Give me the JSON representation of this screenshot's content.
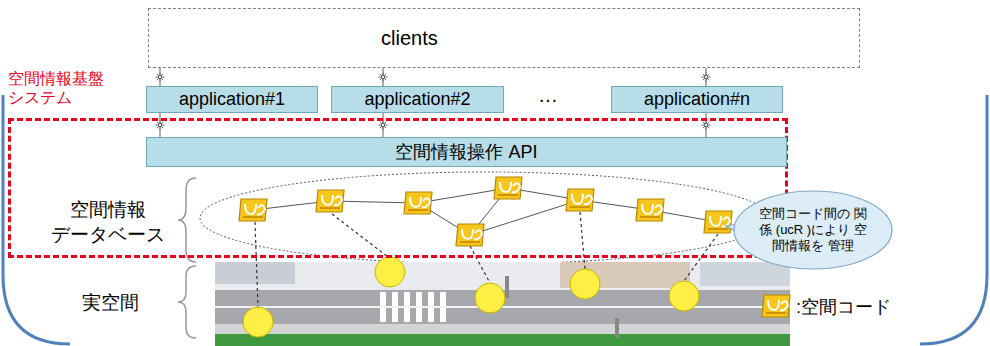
{
  "diagram": {
    "nodes": [
      {
        "text": [
          "clients"
        ]
      },
      {
        "text": [
          "application#1"
        ]
      },
      {
        "text": [
          "application#2"
        ]
      },
      {
        "text": [
          "application#n"
        ]
      },
      {
        "text": [
          "空間情報基盤 システム"
        ]
      },
      {
        "text": [
          "空間情報操作 API"
        ],
        "in": 4
      },
      {
        "text": [
          "空間コード間の 関係 (ucR )により 空間情報を 管理"
        ]
      }
    ],
    "edges": [
      {
        "from": 0,
        "to": 1,
        "arrow": "none"
      },
      {
        "from": 0,
        "to": 2,
        "arrow": "none"
      },
      {
        "from": 0,
        "to": 3,
        "arrow": "none"
      },
      {
        "from": 1,
        "to": 5,
        "arrow": "none"
      },
      {
        "from": 2,
        "to": 5,
        "arrow": "none"
      },
      {
        "from": 3,
        "to": 5,
        "arrow": "none"
      }
    ],
    "labels": [
      "…",
      "空間情報 データベース",
      "実空間"
    ],
    "legend": [
      {
        "text": ":空間コード"
      }
    ]
  }
}
